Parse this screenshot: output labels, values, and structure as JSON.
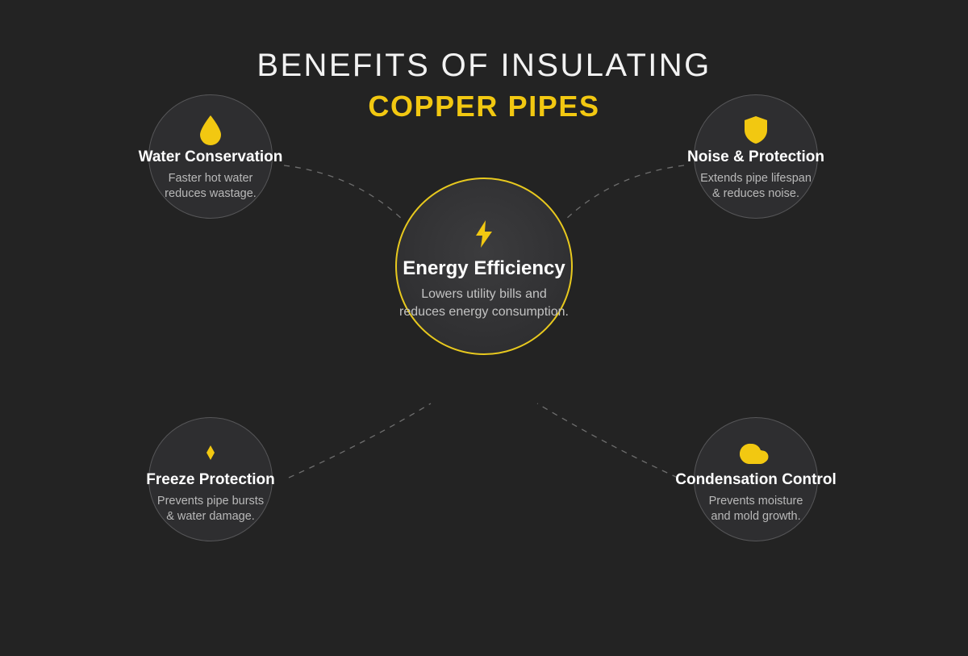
{
  "title": {
    "line1": "BENEFITS OF INSULATING",
    "line2": "COPPER PIPES",
    "line1_color": "#F2F2F2",
    "line2_color": "#F2C811"
  },
  "theme": {
    "background": "#232323",
    "node_fill": "#2E2E30",
    "node_border": "#565658",
    "accent": "#F2C811",
    "center_border": "#E8C91E",
    "connector": "#7B7B7B",
    "title_text": "#FFFFFF",
    "body_text": "#B9B9B9"
  },
  "center": {
    "icon": "lightning-bolt-icon",
    "title": "Energy Efficiency",
    "description": "Lowers utility bills and\nreduces energy consumption."
  },
  "nodes": [
    {
      "id": "water-conservation",
      "icon": "water-drop-icon",
      "title": "Water Conservation",
      "description": "Faster hot water\nreduces wastage."
    },
    {
      "id": "noise-protection",
      "icon": "shield-icon",
      "title": "Noise & Protection",
      "description": "Extends pipe lifespan\n& reduces noise."
    },
    {
      "id": "freeze-protection",
      "icon": "snowflake-icon",
      "title": "Freeze Protection",
      "description": "Prevents pipe bursts\n& water damage."
    },
    {
      "id": "condensation-control",
      "icon": "cloud-icon",
      "title": "Condensation Control",
      "description": "Prevents moisture\nand mold growth."
    }
  ]
}
